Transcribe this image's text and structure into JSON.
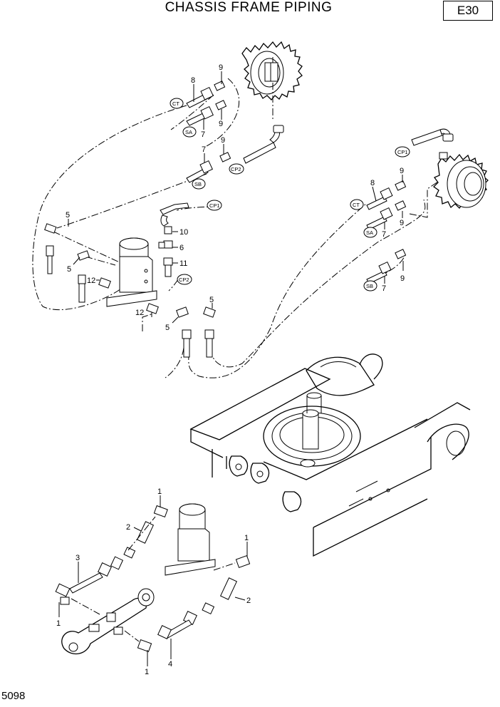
{
  "header": {
    "title": "CHASSIS FRAME PIPING",
    "code": "E30"
  },
  "footer": {
    "figure_number": "5098"
  },
  "callouts": [
    {
      "id": "c-8a",
      "text": "8"
    },
    {
      "id": "c-9a",
      "text": "9"
    },
    {
      "id": "c-9b",
      "text": "9"
    },
    {
      "id": "c-7a",
      "text": "7"
    },
    {
      "id": "c-9c",
      "text": "9"
    },
    {
      "id": "c-7b",
      "text": "7"
    },
    {
      "id": "c-5a",
      "text": "5"
    },
    {
      "id": "c-5b",
      "text": "5"
    },
    {
      "id": "c-12a",
      "text": "12"
    },
    {
      "id": "c-10",
      "text": "10"
    },
    {
      "id": "c-6",
      "text": "6"
    },
    {
      "id": "c-11",
      "text": "11"
    },
    {
      "id": "c-12b",
      "text": "12"
    },
    {
      "id": "c-5c",
      "text": "5"
    },
    {
      "id": "c-5d",
      "text": "5"
    },
    {
      "id": "c-8b",
      "text": "8"
    },
    {
      "id": "c-9d",
      "text": "9"
    },
    {
      "id": "c-9e",
      "text": "9"
    },
    {
      "id": "c-7c",
      "text": "7"
    },
    {
      "id": "c-9f",
      "text": "9"
    },
    {
      "id": "c-7d",
      "text": "7"
    },
    {
      "id": "c-1a",
      "text": "1"
    },
    {
      "id": "c-2a",
      "text": "2"
    },
    {
      "id": "c-3",
      "text": "3"
    },
    {
      "id": "c-1b",
      "text": "1"
    },
    {
      "id": "c-1c",
      "text": "1"
    },
    {
      "id": "c-2b",
      "text": "2"
    },
    {
      "id": "c-1d",
      "text": "1"
    },
    {
      "id": "c-4",
      "text": "4"
    }
  ],
  "connectors": [
    {
      "id": "ct-a",
      "text": "CT"
    },
    {
      "id": "sa-a",
      "text": "SA"
    },
    {
      "id": "sb-a",
      "text": "SB"
    },
    {
      "id": "cp2-a",
      "text": "CP2"
    },
    {
      "id": "cp1-a",
      "text": "CP1"
    },
    {
      "id": "cp2-b",
      "text": "CP2"
    },
    {
      "id": "cp1-b",
      "text": "CP1"
    },
    {
      "id": "ct-b",
      "text": "CT"
    },
    {
      "id": "sa-b",
      "text": "SA"
    },
    {
      "id": "sb-b",
      "text": "SB"
    }
  ]
}
